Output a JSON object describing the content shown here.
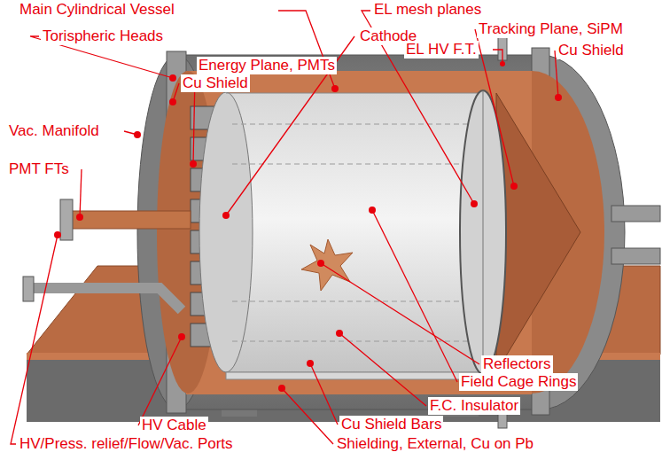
{
  "diagram": {
    "labels": [
      "Main Cylindrical Vessel",
      "EL mesh planes",
      "Torispheric Heads",
      "Cathode",
      "Tracking Plane, SiPM",
      "Cu Shield",
      "EL HV F.T.",
      "Energy Plane, PMTs",
      "Cu Shield",
      "Vac. Manifold",
      "PMT FTs",
      "Reflectors",
      "Field Cage Rings",
      "F.C. Insulator",
      "HV Cable",
      "Cu Shield Bars",
      "HV/Press. relief/Flow/Vac. Ports",
      "Shielding, External, Cu on Pb"
    ]
  }
}
